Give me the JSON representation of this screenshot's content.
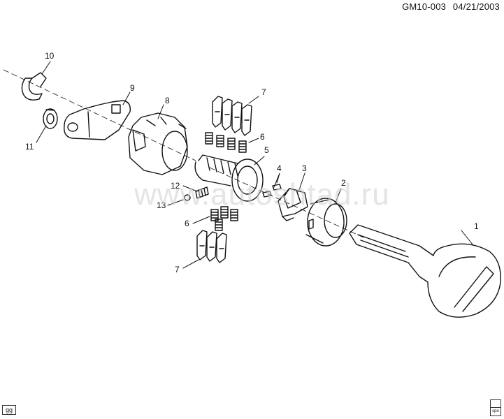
{
  "header": {
    "code": "GM10-003",
    "date": "04/21/2003"
  },
  "watermark": "www.autoshtad.ru",
  "footer": {
    "left_badge": "gg",
    "right_badge_bottom": "spo"
  },
  "callouts": [
    {
      "id": "c1",
      "label": "1",
      "part": "key"
    },
    {
      "id": "c2",
      "label": "2",
      "part": "bezel ring"
    },
    {
      "id": "c3",
      "label": "3",
      "part": "shutter/retainer"
    },
    {
      "id": "c4",
      "label": "4",
      "part": "springs (small)"
    },
    {
      "id": "c5",
      "label": "5",
      "part": "lock cylinder"
    },
    {
      "id": "c6a",
      "label": "6",
      "part": "tumbler springs (upper)"
    },
    {
      "id": "c6b",
      "label": "6",
      "part": "tumbler springs (lower)"
    },
    {
      "id": "c7a",
      "label": "7",
      "part": "tumblers (upper)"
    },
    {
      "id": "c7b",
      "label": "7",
      "part": "tumblers (lower)"
    },
    {
      "id": "c8",
      "label": "8",
      "part": "cylinder housing"
    },
    {
      "id": "c9",
      "label": "9",
      "part": "lock arm"
    },
    {
      "id": "c10",
      "label": "10",
      "part": "retaining clip"
    },
    {
      "id": "c11",
      "label": "11",
      "part": "washer"
    },
    {
      "id": "c12",
      "label": "12",
      "part": "spring"
    },
    {
      "id": "c13",
      "label": "13",
      "part": "ball"
    }
  ]
}
